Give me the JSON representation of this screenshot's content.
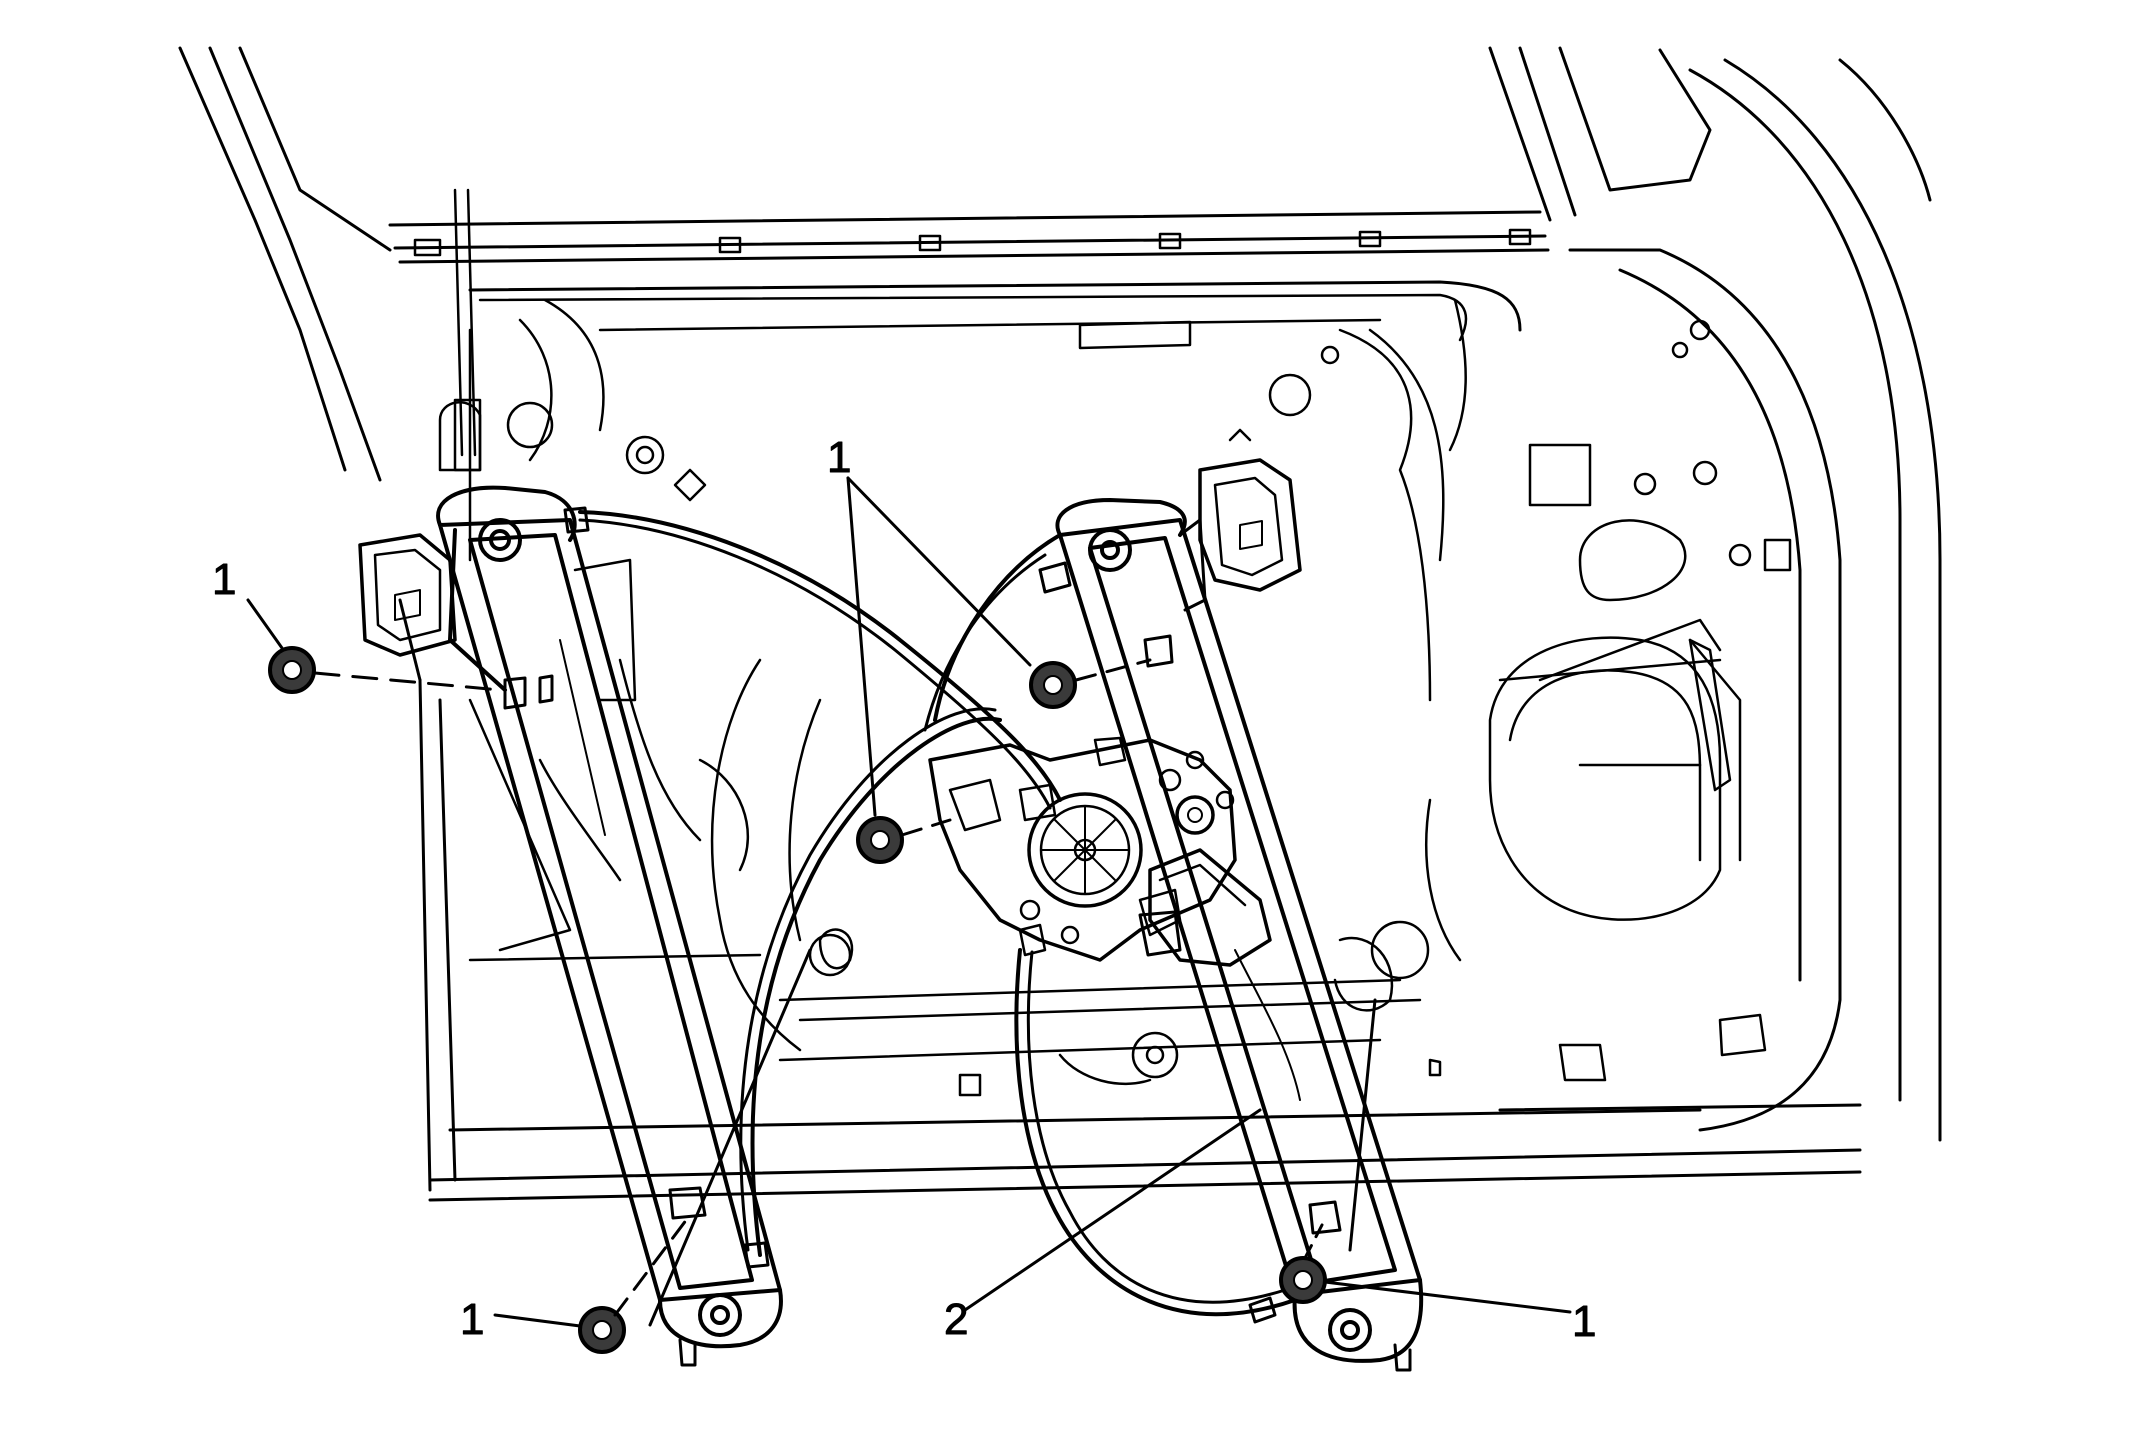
{
  "callouts": {
    "c1_top_left": "1",
    "c1_top_center": "1",
    "c1_bottom_left": "1",
    "c1_bottom_right": "1",
    "c2": "2"
  },
  "colors": {
    "line": "#000000",
    "background": "#ffffff",
    "fastener_fill": "#3a3a3a"
  },
  "icons": [
    "nut-fastener",
    "window-regulator",
    "regulator-motor",
    "door-panel"
  ]
}
